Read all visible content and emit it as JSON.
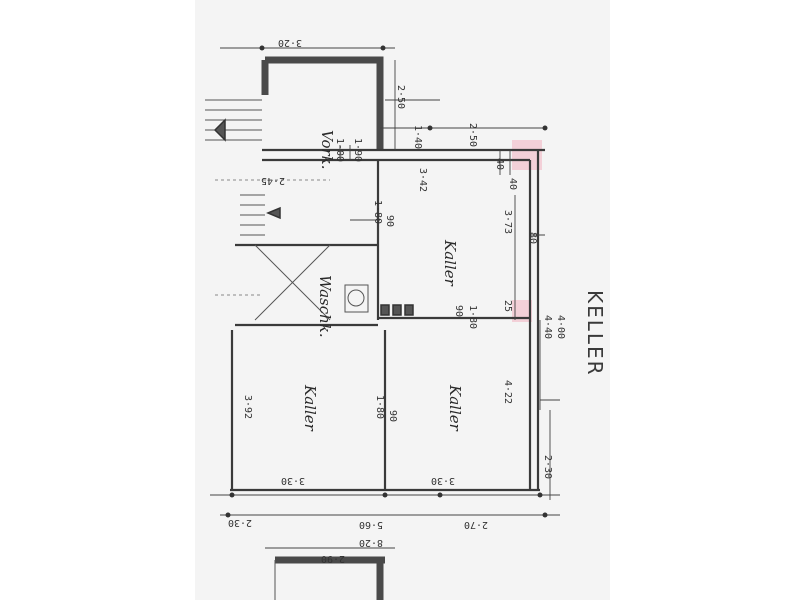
{
  "rooms": {
    "vork": "Vork.",
    "kaller_center": "Kaller",
    "waschk": "Waschk.",
    "kaller_left": "Kaller",
    "kaller_right": "Kaller"
  },
  "title": "KELLER",
  "dimensions": {
    "d_320": "3·20",
    "d_140": "1·40",
    "d_250a": "2·50",
    "d_250b": "2·50",
    "d_100": "1·00",
    "d_190": "1·90",
    "d_342": "3·42",
    "d_40a": "40",
    "d_40b": "40",
    "d_180a": "1·80",
    "d_90a": "90",
    "d_373": "3·73",
    "d_80": "80",
    "d_90b": "90",
    "d_180b": "1·80",
    "d_25": "25",
    "d_440": "4·40",
    "d_400": "4·00",
    "d_392": "3·92",
    "d_180c": "1·80",
    "d_90c": "90",
    "d_422": "4·22",
    "d_230a": "2·30",
    "d_330a": "3·30",
    "d_330b": "3·30",
    "d_230b": "2·30",
    "d_270": "2·70",
    "d_560": "5·60",
    "d_820": "8·20",
    "d_290": "2·90",
    "d_245": "2·45"
  },
  "colors": {
    "accent": "#f2b7c5",
    "ink": "#3a3a3a"
  }
}
